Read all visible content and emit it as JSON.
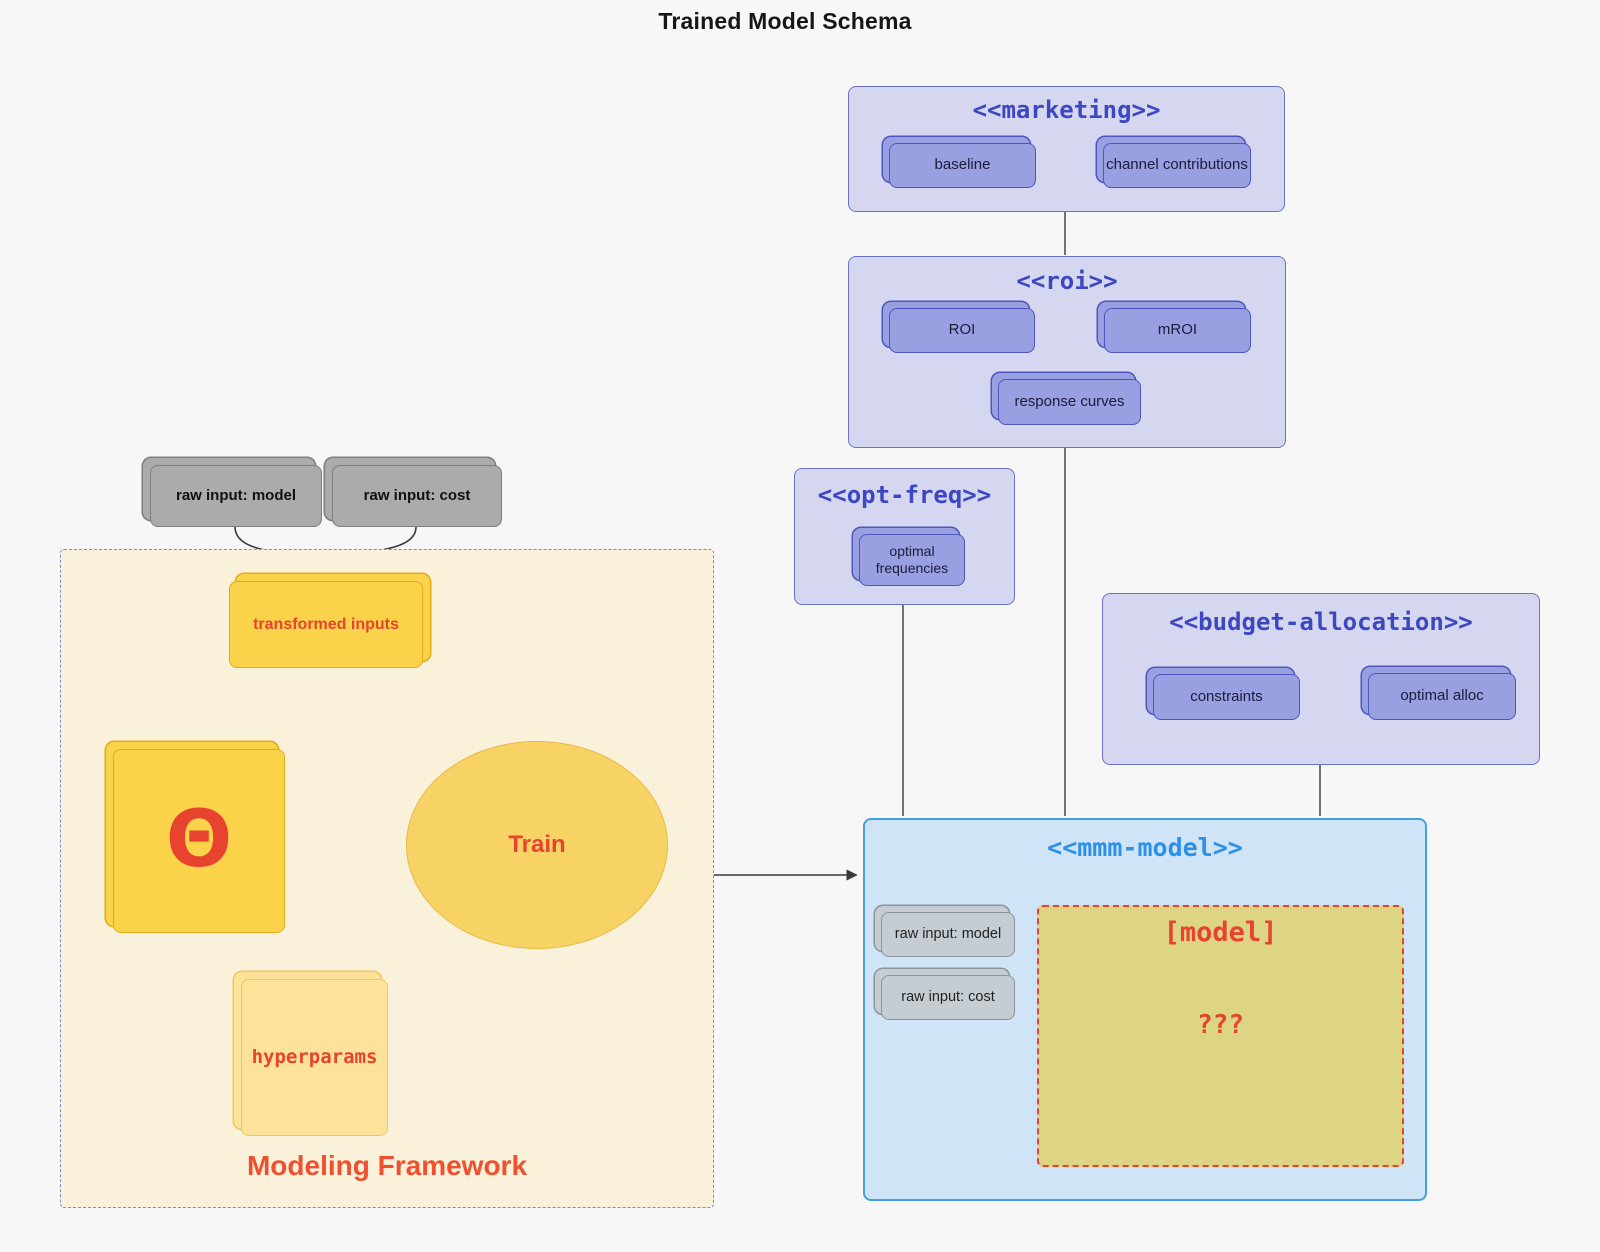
{
  "title": "Trained Model Schema",
  "marketing": {
    "stereotype": "<<marketing>>",
    "baseline": "baseline",
    "channel_contributions": "channel contributions"
  },
  "roi": {
    "stereotype": "<<roi>>",
    "roi": "ROI",
    "mroi": "mROI",
    "response_curves": "response curves"
  },
  "opt_freq": {
    "stereotype": "<<opt-freq>>",
    "optimal_frequencies": "optimal frequencies"
  },
  "budget": {
    "stereotype": "<<budget-allocation>>",
    "constraints": "constraints",
    "optimal_alloc": "optimal alloc"
  },
  "mmm": {
    "stereotype": "<<mmm-model>>",
    "raw_input_model": "raw input: model",
    "raw_input_cost": "raw input: cost",
    "model_label": "[model]",
    "unknown_label": "???"
  },
  "inputs": {
    "raw_input_model": "raw input: model",
    "raw_input_cost": "raw input: cost"
  },
  "framework": {
    "label": "Modeling Framework",
    "transformed_inputs": "transformed inputs",
    "theta": "Θ",
    "train": "Train",
    "hyperparams": "hyperparams"
  },
  "colors": {
    "background": "#f7f7f8",
    "lavender_container": "#d4d7ef",
    "purple_node": "#99a0e1",
    "indigo_text": "#3d47c2",
    "blue_container": "#cfe4f7",
    "blue_border": "#42a0e0",
    "blue_text": "#2b90e8",
    "khaki_model_box": "#ded584",
    "red_accent": "#e8432e",
    "orange_red_label": "#f04f30",
    "yellow_node": "#fbd34b",
    "yellow_light_node": "#fde29a",
    "cream_framework": "#f9f1da",
    "gray_node": "#ababab",
    "gray_light_node": "#c5cdd3"
  }
}
